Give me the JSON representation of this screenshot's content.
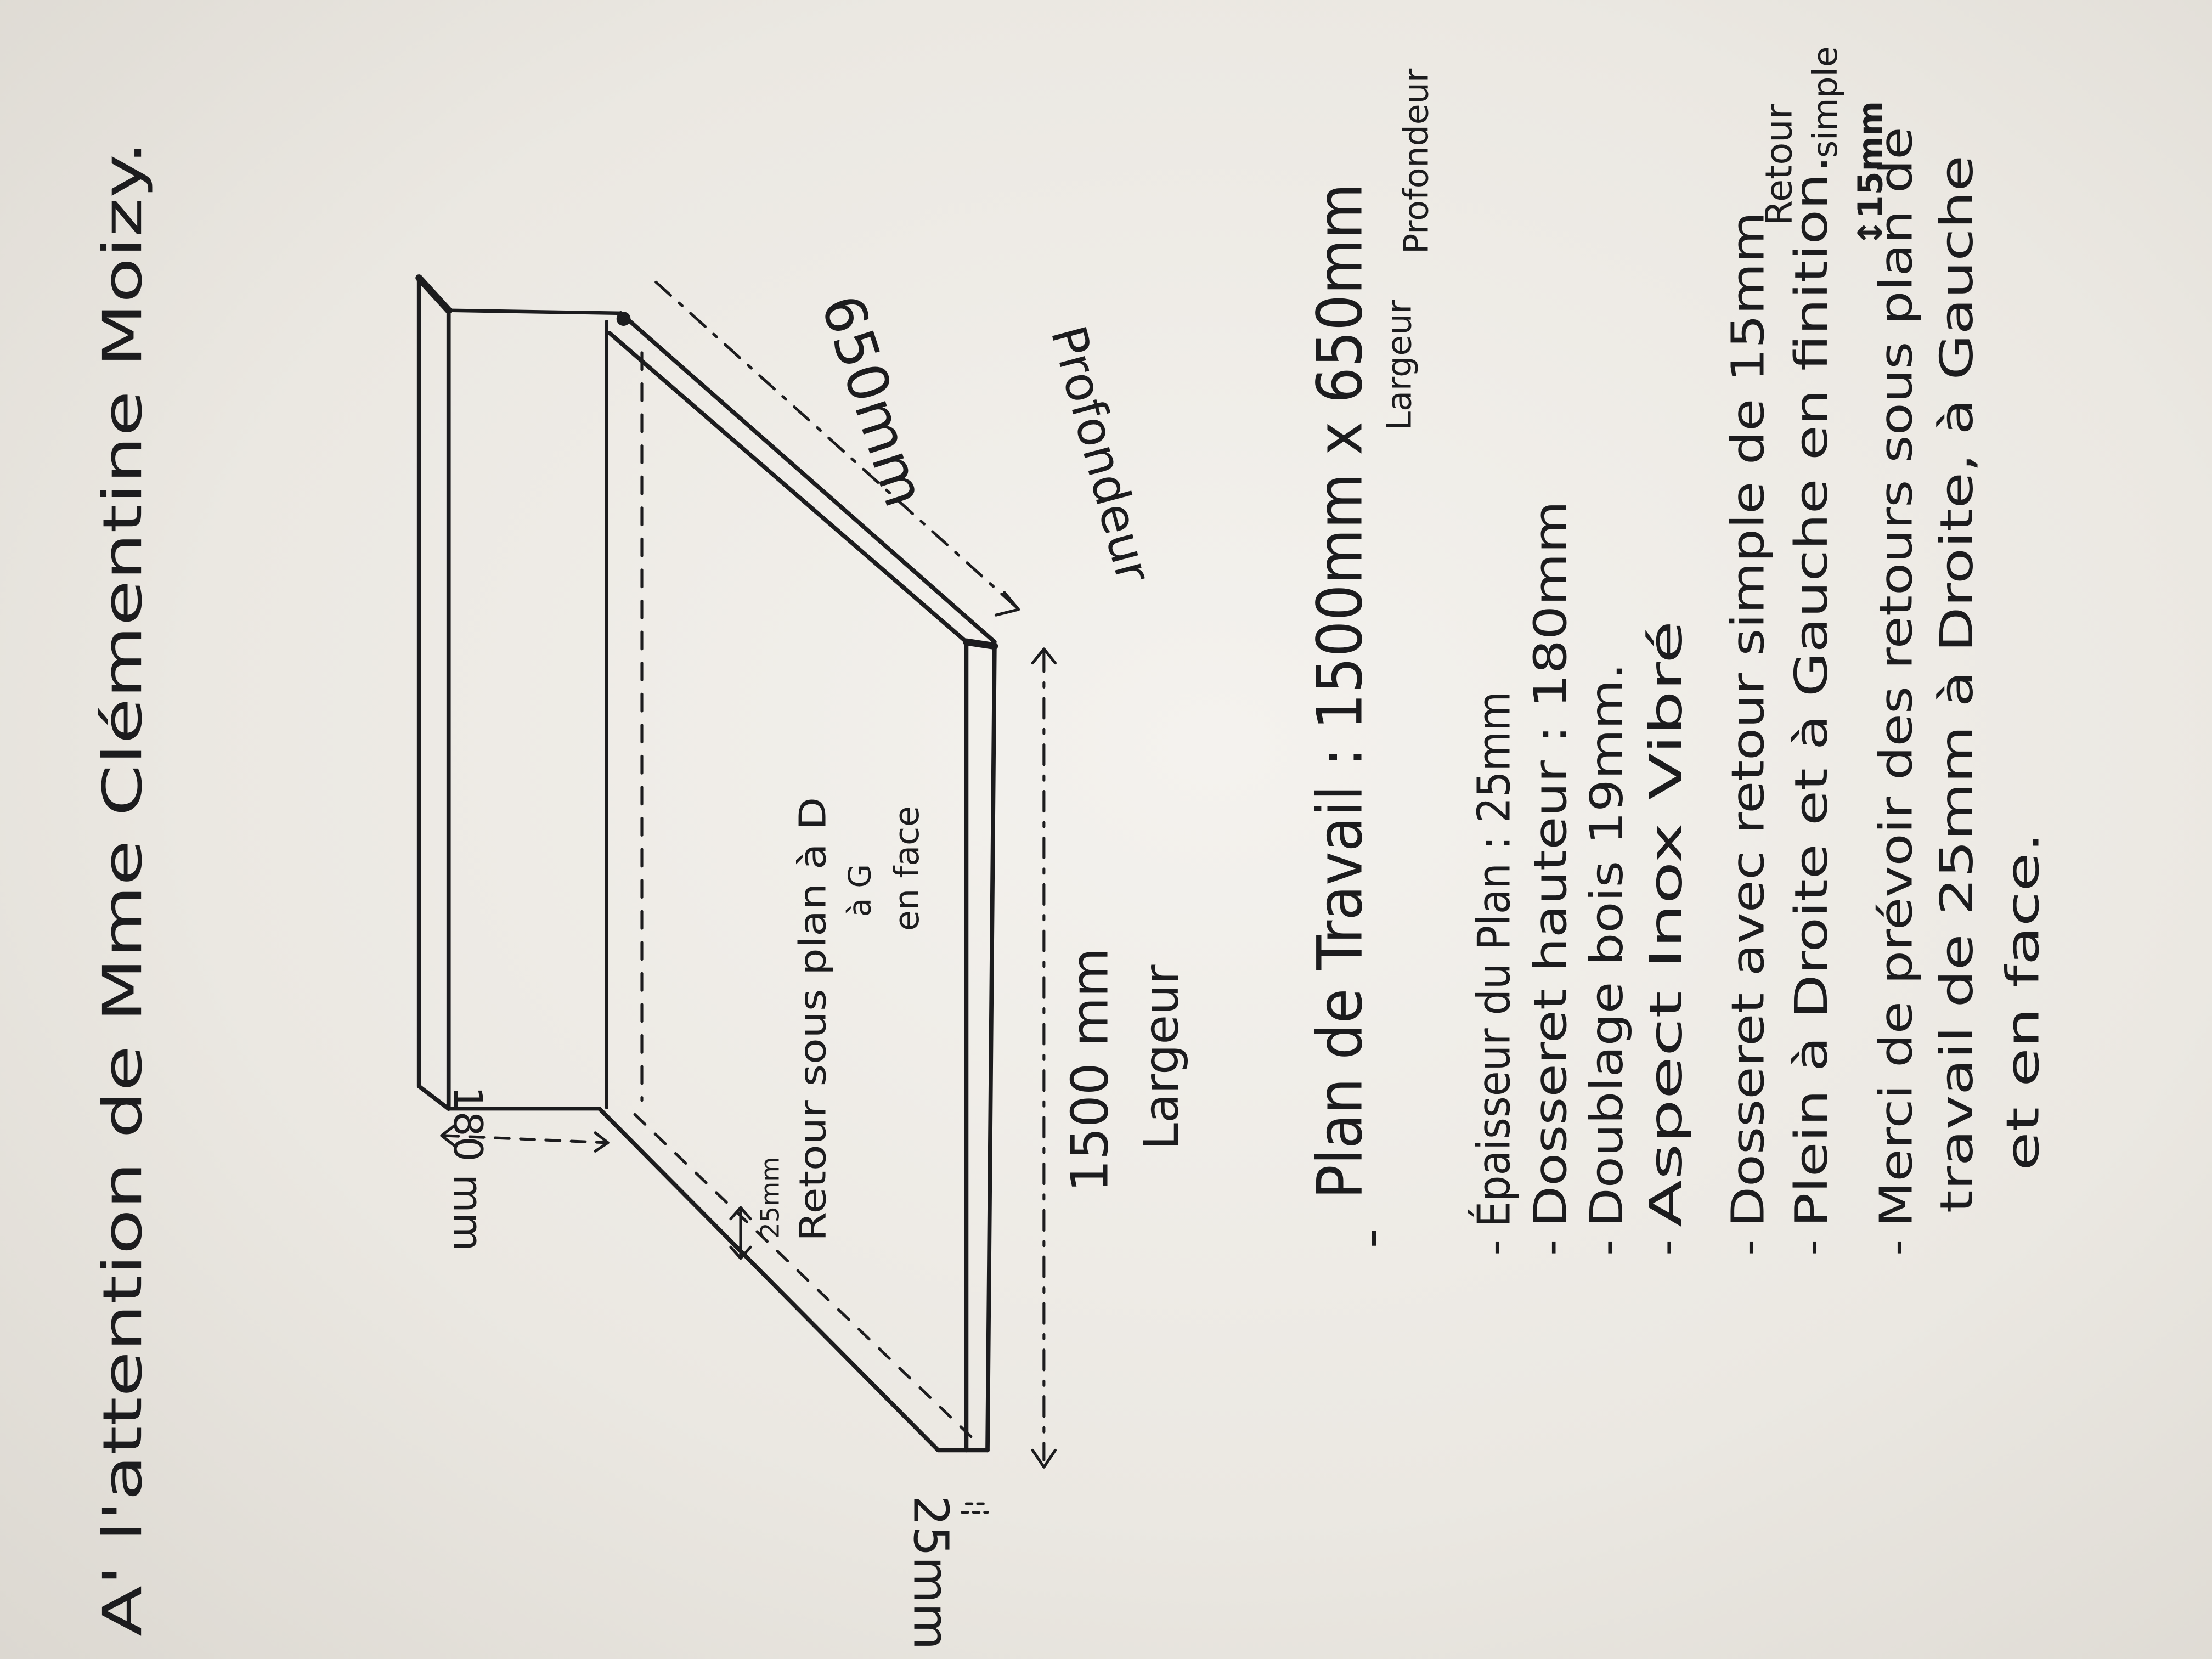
{
  "header": {
    "attention": "A' l'attention de Mme Clémentine Moizy."
  },
  "drawing_labels": {
    "retour_simple_line1": "Retour",
    "retour_simple_line2": "simple",
    "retour_simple_size": "↕15mm",
    "profondeur_value": "650mm",
    "profondeur_label": "Profondeur",
    "largeur_value": "1500 mm",
    "largeur_label": "Largeur",
    "dosseret_height": "180 mm",
    "plan_thickness": "25mm",
    "retour_size": "25mm",
    "retour_line1": "Retour sous plan à D",
    "retour_line2": "à G",
    "retour_line3": "en face"
  },
  "specs": {
    "title": "Plan de Travail : 1500mm x 650mm",
    "width_label": "Largeur",
    "depth_label": "Profondeur",
    "bullet": "-",
    "items": [
      "Épaisseur du Plan : 25mm",
      "Dosseret hauteur : 180mm",
      "Doublage bois 19mm.",
      "Aspect Inox Vibré",
      "Dosseret avec retour simple de 15mm",
      "Plein à Droite et à Gauche en finition.",
      "Merci de prévoir des retours sous plan de",
      "travail de 25mm à Droite, à Gauche",
      "et en face."
    ]
  }
}
